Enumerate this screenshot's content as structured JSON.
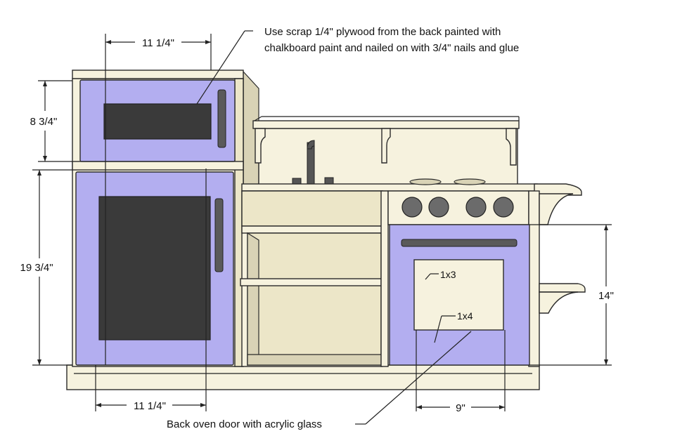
{
  "dimensions": {
    "top_width": "11 1/4\"",
    "bottom_width": "11 1/4\"",
    "upper_height": "8 3/4\"",
    "lower_height": "19 3/4\"",
    "oven_height": "14\"",
    "oven_width": "9\""
  },
  "notes": {
    "chalkboard_line1": "Use scrap 1/4\" plywood from the back painted with",
    "chalkboard_line2": "chalkboard paint and nailed on with 3/4\" nails and glue",
    "oven_door": "Back oven door with acrylic glass"
  },
  "labels": {
    "frame_board": "1x3",
    "panel_board": "1x4"
  },
  "colors": {
    "door_lavender": "#b3aef0",
    "chalkboard": "#3a3a3a",
    "wood": "#f6f2de"
  }
}
